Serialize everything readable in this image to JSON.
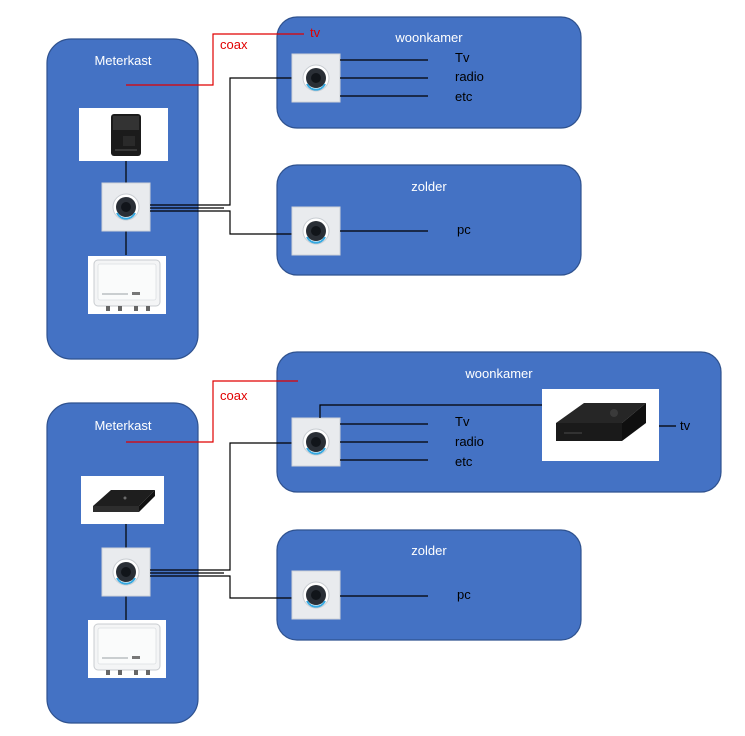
{
  "diagram_1": {
    "meterkast_label": "Meterkast",
    "coax_label": "coax",
    "tv_label": "tv",
    "woonkamer": {
      "title": "woonkamer",
      "outputs": [
        "Tv",
        "radio",
        "etc"
      ]
    },
    "zolder": {
      "title": "zolder",
      "output": "pc"
    }
  },
  "diagram_2": {
    "meterkast_label": "Meterkast",
    "coax_label": "coax",
    "woonkamer": {
      "title": "woonkamer",
      "outputs": [
        "Tv",
        "radio",
        "etc"
      ],
      "tv_box_label": "tv"
    },
    "zolder": {
      "title": "zolder",
      "output": "pc"
    }
  },
  "colors": {
    "panel": "#4472c4",
    "coax": "#e00000",
    "wire": "#000000"
  },
  "icons": {
    "adapter": "powerline-adapter-icon",
    "modem": "modem-icon",
    "router": "router-icon",
    "meter": "meter-box-icon",
    "settop": "settop-box-icon"
  }
}
